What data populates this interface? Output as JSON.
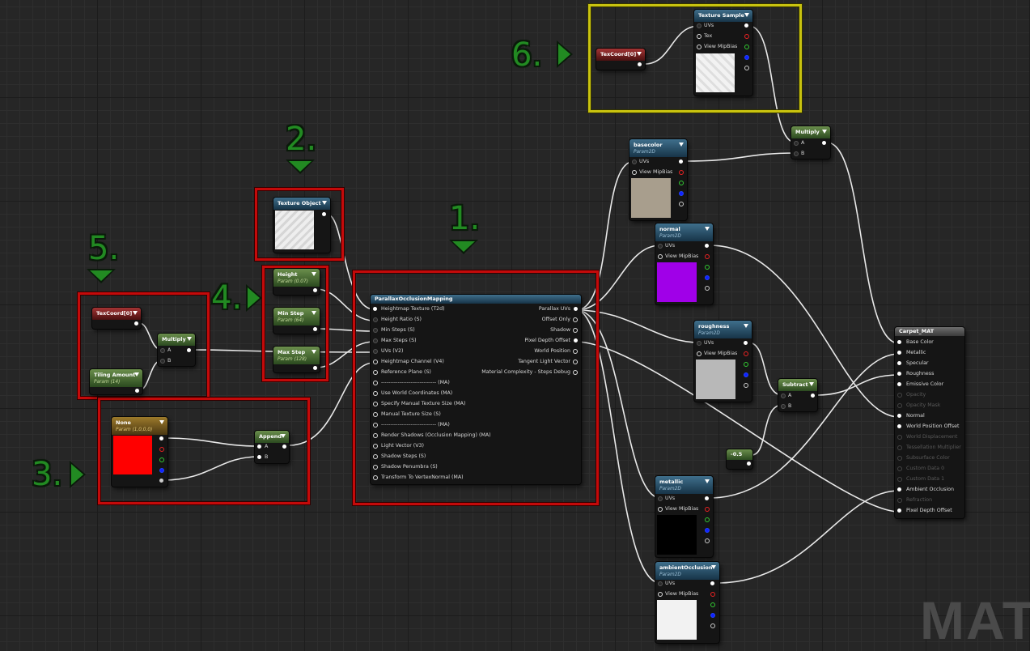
{
  "annotations": {
    "n1": "1.",
    "n2": "2.",
    "n3": "3.",
    "n4": "4.",
    "n5": "5.",
    "n6": "6."
  },
  "watermark": "MATE",
  "texture_sample": {
    "title": "Texture Sample",
    "pins_in": [
      "UVs",
      "Tex",
      "View MipBias"
    ]
  },
  "texcoord_top": {
    "title": "TexCoord[0]"
  },
  "multiply_top": {
    "title": "Multiply",
    "pins_in": [
      "A",
      "B"
    ]
  },
  "basecolor": {
    "title": "basecolor",
    "subtitle": "Param2D",
    "pins_in": [
      "UVs",
      "View MipBias"
    ],
    "preview_color": "#a89e8d"
  },
  "normal": {
    "title": "normal",
    "subtitle": "Param2D",
    "pins_in": [
      "UVs",
      "View MipBias"
    ],
    "preview_color": "#a000e8"
  },
  "roughness": {
    "title": "roughness",
    "subtitle": "Param2D",
    "pins_in": [
      "UVs",
      "View MipBias"
    ],
    "preview_color": "#b8b8b8"
  },
  "metallic": {
    "title": "metallic",
    "subtitle": "Param2D",
    "pins_in": [
      "UVs",
      "View MipBias"
    ],
    "preview_color": "#000000"
  },
  "ambient_occlusion": {
    "title": "ambientOcclusion",
    "subtitle": "Param2D",
    "pins_in": [
      "UVs",
      "View MipBias"
    ],
    "preview_color": "#f2f2f2"
  },
  "subtract": {
    "title": "Subtract",
    "pins_in": [
      "A",
      "B"
    ]
  },
  "const_neg": {
    "title": "-0.5"
  },
  "texture_object": {
    "title": "Texture Object"
  },
  "height": {
    "title": "Height",
    "subtitle": "Param (0.07)"
  },
  "min_step": {
    "title": "Min Step",
    "subtitle": "Param (64)"
  },
  "max_step": {
    "title": "Max Step",
    "subtitle": "Param (128)"
  },
  "texcoord_left": {
    "title": "TexCoord[0]"
  },
  "multiply_left": {
    "title": "Multiply",
    "pins_in": [
      "A",
      "B"
    ]
  },
  "tiling": {
    "title": "Tiling Amount",
    "subtitle": "Param (14)"
  },
  "none_param": {
    "title": "None",
    "subtitle": "Param (1,0,0,0)",
    "preview_color": "#ff0000"
  },
  "append": {
    "title": "Append",
    "pins_in": [
      "A",
      "B"
    ]
  },
  "pom": {
    "title": "ParallaxOcclusionMapping",
    "inputs": [
      "Heightmap Texture (T2d)",
      "Height Ratio (S)",
      "Min Steps (S)",
      "Max Steps (S)",
      "UVs (V2)",
      "Heightmap Channel (V4)",
      "Reference Plane (S)",
      "------------------------------ (MA)",
      "Use World Coordinates (MA)",
      "Specify Manual Texture Size (MA)",
      "Manual Texture Size (S)",
      "------------------------------ (MA)",
      "Render Shadows (Occlusion Mapping) (MA)",
      "Light Vector (V3)",
      "Shadow Steps (S)",
      "Shadow Penumbra (S)",
      "Transform To VertexNormal (MA)"
    ],
    "outputs": [
      "Parallax UVs",
      "Offset Only",
      "Shadow",
      "Pixel Depth Offset",
      "World Position",
      "Tangent Light Vector",
      "Material Complexity - Steps Debug"
    ]
  },
  "material": {
    "title": "Carpet_MAT",
    "pins": [
      {
        "label": "Base Color",
        "active": true
      },
      {
        "label": "Metallic",
        "active": true
      },
      {
        "label": "Specular",
        "active": true
      },
      {
        "label": "Roughness",
        "active": true
      },
      {
        "label": "Emissive Color",
        "active": true
      },
      {
        "label": "Opacity",
        "active": false
      },
      {
        "label": "Opacity Mask",
        "active": false
      },
      {
        "label": "Normal",
        "active": true
      },
      {
        "label": "World Position Offset",
        "active": true
      },
      {
        "label": "World Displacement",
        "active": false
      },
      {
        "label": "Tessellation Multiplier",
        "active": false
      },
      {
        "label": "Subsurface Color",
        "active": false
      },
      {
        "label": "Custom Data 0",
        "active": false
      },
      {
        "label": "Custom Data 1",
        "active": false
      },
      {
        "label": "Ambient Occlusion",
        "active": true
      },
      {
        "label": "Refraction",
        "active": false
      },
      {
        "label": "Pixel Depth Offset",
        "active": true
      }
    ]
  }
}
